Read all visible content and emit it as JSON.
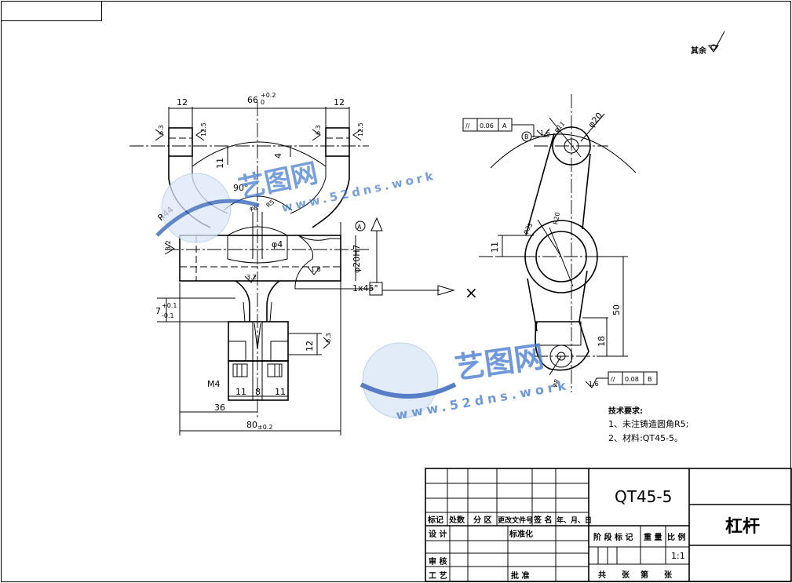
{
  "drawing": {
    "surface_mark_note": "其余",
    "front_view": {
      "dim_width_top": "66",
      "dim_width_top_tol_upper": "+0.2",
      "dim_width_top_tol_lower": "0",
      "dim_left_ear": "12",
      "dim_right_ear": "12",
      "dim_11": "11",
      "dim_4": "4",
      "dim_angle": "90°",
      "dim_r44": "R44",
      "dim_r5": "R5",
      "dim_phi8": "φ8",
      "dim_phi4": "φ4",
      "dim_bore": "φ20H7",
      "dim_chamfer": "1x45°",
      "dim_7": "7",
      "dim_7_tol_upper": "+0.1",
      "dim_7_tol_lower": "-0.1",
      "dim_12_right": "12",
      "dim_m4": "M4",
      "dim_bot_11a": "11",
      "dim_bot_8": "8",
      "dim_bot_11b": "11",
      "dim_36": "36",
      "dim_80": "80",
      "dim_80_tol": "±0.2",
      "rough_32": "3.2",
      "rough_12_5": "12.5",
      "rough_6_3": "6.3",
      "rough_1_6": "1.6",
      "datum_a": "A",
      "cross_mark": "×"
    },
    "side_view": {
      "fcf_top_symbol": "//",
      "fcf_top_value": "0.06",
      "fcf_top_datum": "A",
      "fcf_bot_symbol": "//",
      "fcf_bot_value": "0.08",
      "fcf_bot_datum": "B",
      "datum_b": "B",
      "dim_phi20": "φ20",
      "dim_phi11": "φ11",
      "dim_phi35": "φ35",
      "dim_r20": "R20",
      "dim_11": "11",
      "dim_50": "50",
      "dim_18": "18",
      "dim_phi8": "φ8",
      "rough_1_6": "1.6"
    },
    "tech_notes": {
      "heading": "技术要求:",
      "line1": "1、未注铸造圆角R5;",
      "line2": "2、材料:QT45-5。"
    }
  },
  "title_block": {
    "material": "QT45-5",
    "part_name": "杠杆",
    "header": {
      "mark": "标记",
      "count": "处数",
      "zone": "分 区",
      "doc": "更改文件号",
      "sign": "签 名",
      "date": "年、月、日"
    },
    "design": "设 计",
    "standardize": "标准化",
    "review": "审 核",
    "process": "工 艺",
    "approve": "批 准",
    "stage_mark": "阶 段 标 记",
    "weight": "重 量",
    "scale_label": "比 例",
    "scale_value": "1:1",
    "sheets_total": "共",
    "sheets_label": "张",
    "sheet_no": "第",
    "sheet_label": "张"
  },
  "watermark": {
    "brand": "艺图网",
    "url": "www.52dns.work"
  }
}
